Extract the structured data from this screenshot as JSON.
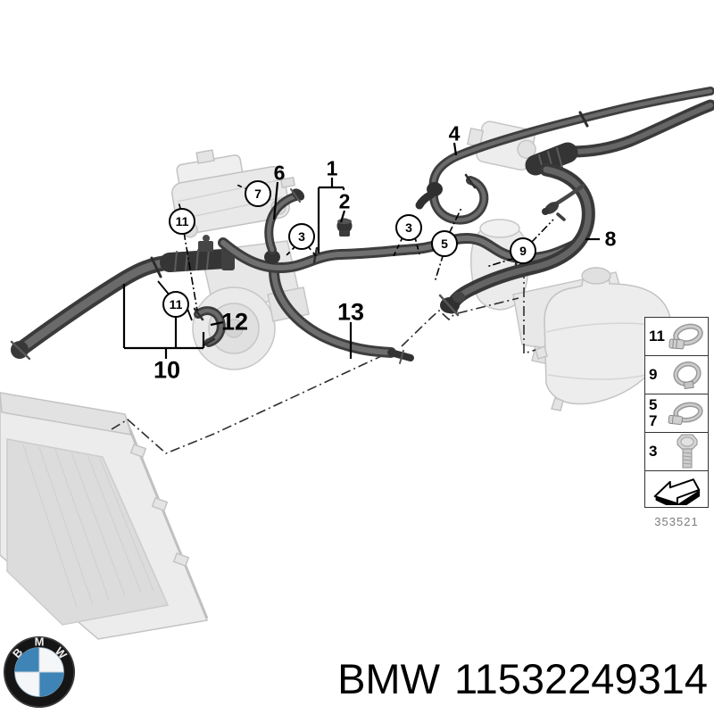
{
  "diagram": {
    "callouts": {
      "plain": [
        {
          "label": "1"
        },
        {
          "label": "2"
        },
        {
          "label": "4"
        },
        {
          "label": "6"
        },
        {
          "label": "8"
        },
        {
          "label": "10"
        },
        {
          "label": "12"
        },
        {
          "label": "13"
        }
      ],
      "circled": [
        {
          "label": "7"
        },
        {
          "label": "11"
        },
        {
          "label": "3"
        },
        {
          "label": "3"
        },
        {
          "label": "5"
        },
        {
          "label": "9"
        },
        {
          "label": "11"
        }
      ]
    },
    "legend": {
      "rows": [
        {
          "labels": [
            "11"
          ],
          "icon": "worm-drive-clamp-icon"
        },
        {
          "labels": [
            "9"
          ],
          "icon": "profile-clamp-icon"
        },
        {
          "labels": [
            "5",
            "7"
          ],
          "icon": "hose-clamp-icon"
        },
        {
          "labels": [
            "3"
          ],
          "icon": "hex-bolt-icon"
        }
      ],
      "direction_arrow_icon": "view-direction-arrow-icon",
      "drawing_number": "353521"
    }
  },
  "footer": {
    "brand": "BMW",
    "part_number": "11532249314",
    "logo_letters": [
      "B",
      "M",
      "W"
    ],
    "logo_blue": "#3f84b6"
  }
}
